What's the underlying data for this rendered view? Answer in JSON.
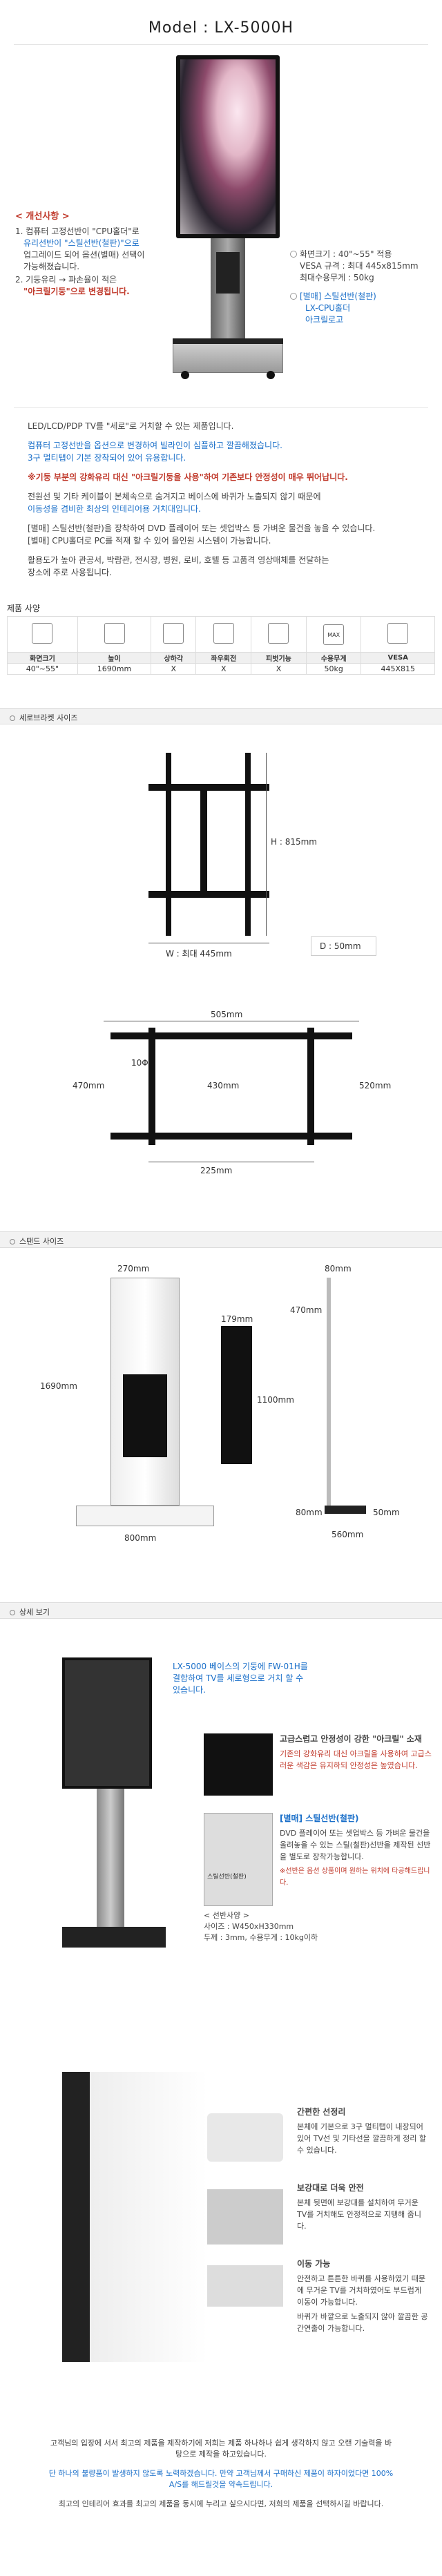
{
  "model_title": "Model : LX-5000H",
  "improvements": {
    "heading": "< 개선사항 >",
    "line1": "1. 컴퓨터 고정선반이 \"CPU홀더\"로",
    "line2": "유리선반이 \"스틸선반(철판)\"으로",
    "line3": "업그레이드 되어 옵션(별매) 선택이",
    "line4": "가능해졌습니다.",
    "line5": "2. 기둥유리 → 파손율이 적은",
    "line6": "\"아크릴기둥\"으로 변경됩니다."
  },
  "right_notes": {
    "screen": "화면크기 : 40\"~55\" 적용",
    "vesa": "VESA 규격 : 최대 445x815mm",
    "load": "최대수용무게 : 50kg",
    "option1": "[별매] 스틸선반(철판)",
    "option2": "LX-CPU홀더",
    "option3": "아크릴로고"
  },
  "description": {
    "p1": "LED/LCD/PDP TV를 \"세로\"로 거치할 수 있는 제품입니다.",
    "p2a": "컴퓨터 고정선반을 옵션으로 변경하여 빌라인이 심플하고 깔끔해졌습니다.",
    "p2b": "3구 멀티탭이 기본 장착되어 있어 유용합니다.",
    "p3": "※기둥 부분의 강화유리 대신 \"아크릴기둥을 사용\"하여 기존보다 안정성이 매우 뛰어납니다.",
    "p4a": "전원선 및 기타 케이블이 본체속으로 숨겨지고 베이스에 바퀴가 노출되지 않기 때문에",
    "p4b": "이동성을 겸비한 최상의 인테리어용 거치대입니다.",
    "p5a": "[별매] 스틸선반(철판)을 장착하여 DVD 플레이어 또는 셋업박스 등 가벼운 물건을 놓을 수 있습니다.",
    "p5b": "[별매] CPU홀더로 PC를 적재 할 수 있어 올인원 시스템이 가능합니다.",
    "p6a": "활용도가 높아 관공서, 박람관, 전시장, 병원, 로비, 호텔 등 고품격 영상매체를 전달하는",
    "p6b": "장소에 주로 사용됩니다."
  },
  "spec": {
    "label": "제품 사양",
    "headers": [
      "화면크기",
      "높이",
      "상하각",
      "좌우회전",
      "피벗기능",
      "수용무게",
      "VESA"
    ],
    "values": [
      "40\"~55\"",
      "1690mm",
      "X",
      "X",
      "X",
      "50kg",
      "445X815"
    ],
    "icon_names": [
      "screen-size-icon",
      "height-icon",
      "tilt-icon",
      "swivel-icon",
      "pivot-icon",
      "max-weight-icon",
      "vesa-icon"
    ],
    "max_label": "MAX"
  },
  "bracket_section": {
    "title": "세로브라켓 사이즈",
    "h_label": "H : 815mm",
    "w_label": "W : 최대 445mm",
    "d_label": "D : 50mm",
    "top_dim": "505mm",
    "left_dim": "470mm",
    "center_dim": "430mm",
    "right_dim": "520mm",
    "bottom_dim": "225mm",
    "hole_label": "10Φ"
  },
  "stand_section": {
    "title": "스탠드 사이즈",
    "d270": "270mm",
    "d1690": "1690mm",
    "d800": "800mm",
    "d179": "179mm",
    "d1100": "1100mm",
    "d80a": "80mm",
    "d470": "470mm",
    "d80b": "80mm",
    "d560": "560mm",
    "d50": "50mm"
  },
  "detail_section": {
    "title": "상세 보기",
    "callout": "LX-5000 베이스의 기둥에 FW-01H를 결합하여 TV를 세로형으로 거치 할 수 있습니다.",
    "feat1_title": "고급스럽고 안정성이 강한 \"아크릴\" 소재",
    "feat1_body": "기존의 강화유리 대신 아크릴을 사용하여 고급스러운 색감은 유지하되 안정성은 높였습니다.",
    "feat2_title": "[별매] 스틸선반(철판)",
    "feat2_body": "DVD 플레이어 또는 셋업박스 등 가벼운 물건을 올려놓을 수 있는 스틸(철판)선반을 제작된 선반을 별도로 장착가능합니다.",
    "feat2_note": "※선반은 옵션 상품이며 원하는 위치에 타공해드립니다.",
    "shelf_spec_title": "< 선반사양 >",
    "shelf_spec1": "사이즈 : W450xH330mm",
    "shelf_spec2": "두께 : 3mm, 수용무게 : 10kg이하",
    "shelf_tag": "스틸선반(철판)"
  },
  "features": {
    "f1_title": "간편한 선정리",
    "f1_body": "본체에 기본으로 3구 멀티탭이 내장되어있어 TV선 및 기타선을 깔끔하게 정리 할 수 있습니다.",
    "f2_title": "보강대로 더욱 안전",
    "f2_body": "본체 뒷면에 보강대를 설치하여 무거운 TV를 거치해도 안정적으로 지탱해 줍니다.",
    "f3_title": "이동 가능",
    "f3_body": "안전하고 튼튼한 바퀴를 사용하였기 때문에 무거운 TV를 거치하였어도 부드럽게 이동이 가능합니다.",
    "f3_body2": "바퀴가 바깥으로 노출되지 않아 깔끔한 공간연출이 가능합니다."
  },
  "closing": {
    "p1": "고객님의 입장에 서서 최고의 제품을 제작하기에 저희는 제품 하나하나 쉽게 생각하지 않고 오랜 기술력을 바탕으로 제작을 하고있습니다.",
    "p2": "단 하나의 불량품이 발생하지 않도록 노력하겠습니다. 만약 고객님께서 구매하신 제품이 하자이었다면 100% A/S를 해드릴것을 약속드립니다.",
    "p3": "최고의 인테리어 효과를 최고의 제품을 동시에 누리고 싶으시다면, 저희의 제품을 선택하시길 바랍니다."
  },
  "colors": {
    "accent_red": "#c0392b",
    "accent_blue": "#1a6fc9"
  }
}
